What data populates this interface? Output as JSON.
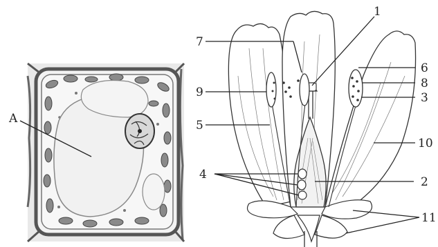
{
  "cell_figure": {
    "label_a": "A"
  },
  "flower_figure": {
    "labels": {
      "l1": "1",
      "l2": "2",
      "l3": "3",
      "l4": "4",
      "l5": "5",
      "l6": "6",
      "l7": "7",
      "l8": "8",
      "l9": "9",
      "l10": "10",
      "l11": "11"
    }
  }
}
